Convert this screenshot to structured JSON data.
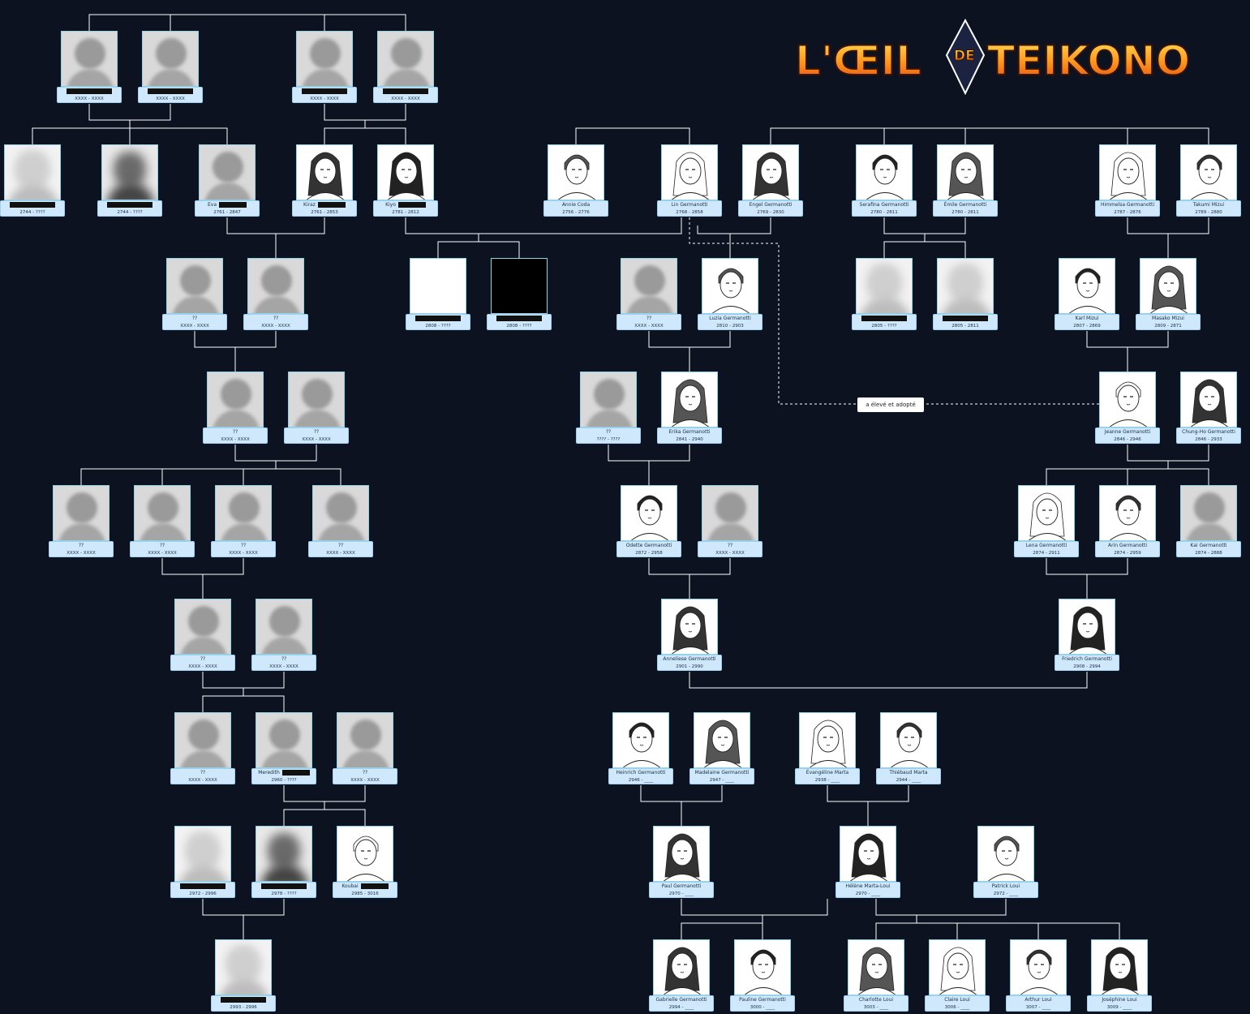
{
  "title": "L'ŒIL DE TEIKONO",
  "logo": {
    "part1": "L'ŒIL",
    "part2": "DE",
    "part3": "TEIKONO"
  },
  "adoption_label": "a élevé et adopté",
  "colors": {
    "background": "#0d1220",
    "caption": "#cfe8fb",
    "line": "#ffffff",
    "accent": "#8fd3e6"
  },
  "people": [
    {
      "id": "p1",
      "dates": "XXXX - XXXX",
      "photo": "blur",
      "redacted": true
    },
    {
      "id": "p2",
      "dates": "XXXX - XXXX",
      "photo": "blur",
      "redacted": true
    },
    {
      "id": "p3",
      "dates": "XXXX - XXXX",
      "photo": "blur",
      "redacted": true
    },
    {
      "id": "p4",
      "dates": "XXXX - XXXX",
      "photo": "blur",
      "redacted": true
    },
    {
      "id": "p5",
      "dates": "2744 - ????",
      "photo": "ghost",
      "redacted": true
    },
    {
      "id": "p6",
      "dates": "2744 - ????",
      "photo": "darkghost",
      "redacted": true
    },
    {
      "id": "p7",
      "name": "Eva",
      "dates": "2761 - 2847",
      "photo": "blur",
      "redacted": true
    },
    {
      "id": "p8",
      "name": "Kiraz",
      "dates": "2761 - 2853",
      "photo": "drawn",
      "redacted": true
    },
    {
      "id": "p9",
      "name": "Kiyo",
      "dates": "2781 - 2812",
      "photo": "drawn",
      "redacted": true
    },
    {
      "id": "p10",
      "name": "Annie Coda",
      "dates": "2756 - 2776",
      "photo": "drawn"
    },
    {
      "id": "p11",
      "name": "Lin Germanotti",
      "dates": "2768 - 2858",
      "photo": "drawn"
    },
    {
      "id": "p12",
      "name": "Engel Germanotti",
      "dates": "2769 - 2830",
      "photo": "drawn"
    },
    {
      "id": "p13",
      "name": "Serafina Germanotti",
      "dates": "2780 - 2811",
      "photo": "drawn"
    },
    {
      "id": "p14",
      "name": "Émile Germanotti",
      "dates": "2780 - 2811",
      "photo": "drawn"
    },
    {
      "id": "p15",
      "name": "Himmelsa Germanotti",
      "dates": "2787 - 2876",
      "photo": "drawn"
    },
    {
      "id": "p16",
      "name": "Takumi Mizui",
      "dates": "2789 - 2880",
      "photo": "drawn"
    },
    {
      "id": "p17",
      "name": "??",
      "dates": "XXXX - XXXX",
      "photo": "blur"
    },
    {
      "id": "p18",
      "name": "??",
      "dates": "XXXX - XXXX",
      "photo": "blur"
    },
    {
      "id": "p19",
      "dates": "2808 - ????",
      "photo": "white",
      "redacted": true
    },
    {
      "id": "p20",
      "dates": "2808 - ????",
      "photo": "black",
      "redacted": true
    },
    {
      "id": "p21",
      "name": "??",
      "dates": "XXXX - XXXX",
      "photo": "blur"
    },
    {
      "id": "p22",
      "name": "Luzia Germanotti",
      "dates": "2810 - 2903",
      "photo": "drawn"
    },
    {
      "id": "p23",
      "dates": "2805 - ????",
      "photo": "ghost",
      "redacted": true
    },
    {
      "id": "p24",
      "dates": "2805 - 2811",
      "photo": "ghost",
      "redacted": true
    },
    {
      "id": "p25",
      "name": "Karl Mizui",
      "dates": "2807 - 2869",
      "photo": "drawn"
    },
    {
      "id": "p26",
      "name": "Masako Mizui",
      "dates": "2809 - 2871",
      "photo": "drawn"
    },
    {
      "id": "p27",
      "name": "??",
      "dates": "XXXX - XXXX",
      "photo": "blur"
    },
    {
      "id": "p28",
      "name": "??",
      "dates": "XXXX - XXXX",
      "photo": "blur"
    },
    {
      "id": "p29",
      "name": "??",
      "dates": "???? - ????",
      "photo": "blur"
    },
    {
      "id": "p30",
      "name": "Erika Germanotti",
      "dates": "2841 - 2940",
      "photo": "drawn"
    },
    {
      "id": "p31",
      "name": "Jeanne Germanotti",
      "dates": "2846 - 2946",
      "photo": "drawn"
    },
    {
      "id": "p32",
      "name": "Chung-Ho Germanotti",
      "dates": "2846 - 2933",
      "photo": "drawn"
    },
    {
      "id": "p33",
      "name": "??",
      "dates": "XXXX - XXXX",
      "photo": "blur"
    },
    {
      "id": "p34",
      "name": "??",
      "dates": "XXXX - XXXX",
      "photo": "blur"
    },
    {
      "id": "p35",
      "name": "??",
      "dates": "XXXX - XXXX",
      "photo": "blur"
    },
    {
      "id": "p36",
      "name": "??",
      "dates": "XXXX - XXXX",
      "photo": "blur"
    },
    {
      "id": "p37",
      "name": "Odette Germanotti",
      "dates": "2872 - 2958",
      "photo": "drawn"
    },
    {
      "id": "p38",
      "name": "??",
      "dates": "XXXX - XXXX",
      "photo": "blur"
    },
    {
      "id": "p39",
      "name": "Lena Germanotti",
      "dates": "2874 - 2911",
      "photo": "drawn"
    },
    {
      "id": "p40",
      "name": "Arin Germanotti",
      "dates": "2874 - 2959",
      "photo": "drawn"
    },
    {
      "id": "p41",
      "name": "Kai Germanotti",
      "dates": "2874 - 2888",
      "photo": "blur"
    },
    {
      "id": "p42",
      "name": "??",
      "dates": "XXXX - XXXX",
      "photo": "blur"
    },
    {
      "id": "p43",
      "name": "??",
      "dates": "XXXX - XXXX",
      "photo": "blur"
    },
    {
      "id": "p44",
      "name": "Anneliese Germanotti",
      "dates": "2901 - 2990",
      "photo": "drawn"
    },
    {
      "id": "p45",
      "name": "Friedrich Germanotti",
      "dates": "2908 - 2994",
      "photo": "drawn"
    },
    {
      "id": "p46",
      "name": "??",
      "dates": "XXXX - XXXX",
      "photo": "blur"
    },
    {
      "id": "p47",
      "name": "Meredith",
      "dates": "2960 - ????",
      "photo": "blur",
      "redacted": true
    },
    {
      "id": "p48",
      "name": "??",
      "dates": "XXXX - XXXX",
      "photo": "blur"
    },
    {
      "id": "p49",
      "name": "Heinrich Germanotti",
      "dates": "2946 - ____",
      "photo": "drawn"
    },
    {
      "id": "p50",
      "name": "Madelaine Germanotti",
      "dates": "2947 - ____",
      "photo": "drawn"
    },
    {
      "id": "p51",
      "name": "Évangéline Marta",
      "dates": "2938 - ____",
      "photo": "drawn"
    },
    {
      "id": "p52",
      "name": "Thiébaud Marta",
      "dates": "2944 - ____",
      "photo": "drawn"
    },
    {
      "id": "p53",
      "dates": "2972 - 2996",
      "photo": "ghost",
      "redacted": true
    },
    {
      "id": "p54",
      "dates": "2978 - ????",
      "photo": "darkghost",
      "redacted": true
    },
    {
      "id": "p55",
      "name": "Koubai",
      "dates": "2985 - 3016",
      "photo": "drawn",
      "redacted": true
    },
    {
      "id": "p56",
      "name": "Paul Germanotti",
      "dates": "2970 - ____",
      "photo": "drawn"
    },
    {
      "id": "p57",
      "name": "Hélène Marta-Loui",
      "dates": "2970 - ____",
      "photo": "drawn"
    },
    {
      "id": "p58",
      "name": "Patrick Loui",
      "dates": "2972 - ____",
      "photo": "drawn"
    },
    {
      "id": "p59",
      "dates": "2993 - 2996",
      "photo": "ghost",
      "redacted": true
    },
    {
      "id": "p60",
      "name": "Gabrielle Germanotti",
      "dates": "2994 - ____",
      "photo": "drawn"
    },
    {
      "id": "p61",
      "name": "Pauline Germanotti",
      "dates": "3000 - ____",
      "photo": "drawn"
    },
    {
      "id": "p62",
      "name": "Charlotte Loui",
      "dates": "3003 - ____",
      "photo": "drawn"
    },
    {
      "id": "p63",
      "name": "Claire Loui",
      "dates": "3006 - ____",
      "photo": "drawn"
    },
    {
      "id": "p64",
      "name": "Arthur Loui",
      "dates": "3007 - ____",
      "photo": "drawn"
    },
    {
      "id": "p65",
      "name": "Joséphine Loui",
      "dates": "3009 - ____",
      "photo": "drawn"
    }
  ]
}
